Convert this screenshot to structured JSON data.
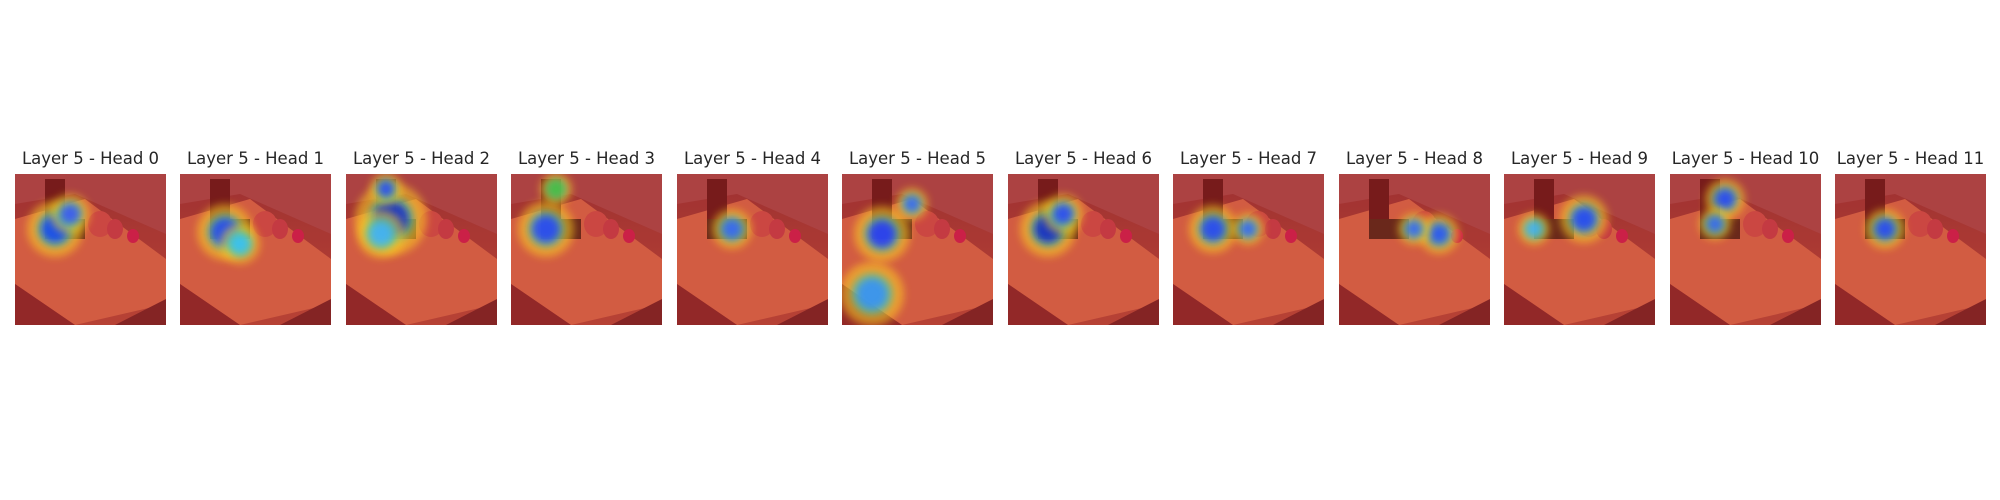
{
  "figure": {
    "panels": [
      {
        "title": "Layer 5 - Head 0"
      },
      {
        "title": "Layer 5 - Head 1"
      },
      {
        "title": "Layer 5 - Head 2"
      },
      {
        "title": "Layer 5 - Head 3"
      },
      {
        "title": "Layer 5 - Head 4"
      },
      {
        "title": "Layer 5 - Head 5"
      },
      {
        "title": "Layer 5 - Head 6"
      },
      {
        "title": "Layer 5 - Head 7"
      },
      {
        "title": "Layer 5 - Head 8"
      },
      {
        "title": "Layer 5 - Head 9"
      },
      {
        "title": "Layer 5 - Head 10"
      },
      {
        "title": "Layer 5 - Head 11"
      }
    ]
  }
}
